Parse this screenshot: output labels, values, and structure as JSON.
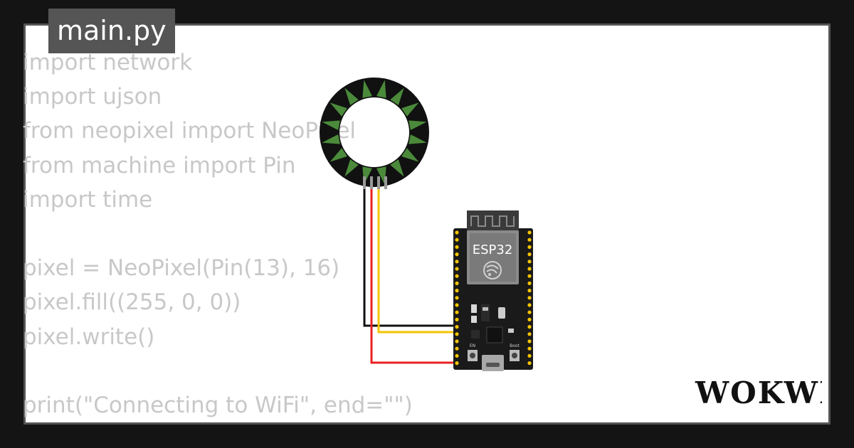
{
  "editor": {
    "tab_label": "main.py",
    "code_lines": [
      "import network",
      "import ujson",
      "from neopixel import NeoPixel",
      "from machine import Pin",
      "import time",
      "",
      "pixel = NeoPixel(Pin(13), 16)",
      "pixel.fill((255, 0, 0))",
      "pixel.write()",
      "",
      "print(\"Connecting to WiFi\", end=\"\")"
    ]
  },
  "board": {
    "chip_label": "ESP32",
    "boot_label": "Boot",
    "en_label": "EN"
  },
  "neopixel_ring": {
    "led_count": 16,
    "led_color": "#4a8a3a"
  },
  "wires": {
    "gnd_color": "#111111",
    "data_color": "#f5c400",
    "vcc_color": "#e82020"
  },
  "brand": {
    "logo_text": "WOKWI"
  },
  "colors": {
    "background": "#141414",
    "frame_border": "#555555",
    "code_text": "#c8c8c8"
  }
}
